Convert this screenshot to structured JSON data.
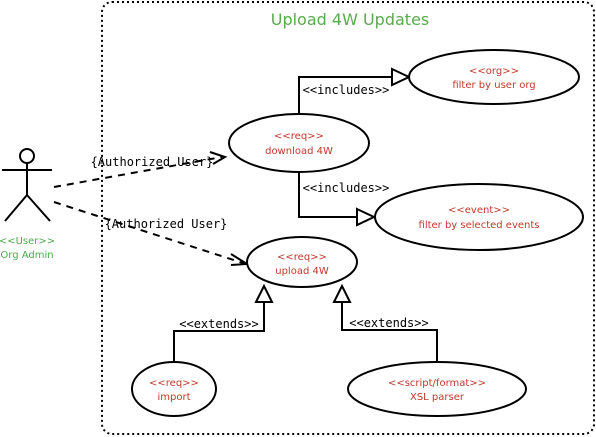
{
  "title": "Upload 4W Updates",
  "colors": {
    "title": "#5aaa4f",
    "actor_text": "#4daa4d",
    "stereotype": "#c0392b",
    "line": "#000000"
  },
  "actor": {
    "stereotype": "<<User>>",
    "name": "Org Admin"
  },
  "use_cases": {
    "download": {
      "stereotype": "<<req>>",
      "name": "download 4W"
    },
    "filter_org": {
      "stereotype": "<<org>>",
      "name": "filter by user org"
    },
    "filter_event": {
      "stereotype": "<<event>>",
      "name": "filter by selected events"
    },
    "upload": {
      "stereotype": "<<req>>",
      "name": "upload 4W"
    },
    "import": {
      "stereotype": "<<req>>",
      "name": "import"
    },
    "xsl": {
      "stereotype": "<<script/format>>",
      "name": "XSL parser"
    }
  },
  "relations": {
    "auth_download": "{Authorized User}",
    "auth_upload": "{Authorized User}",
    "includes_org": "<<includes>>",
    "includes_event": "<<includes>>",
    "extends_import": "<<extends>>",
    "extends_xsl": "<<extends>>"
  }
}
